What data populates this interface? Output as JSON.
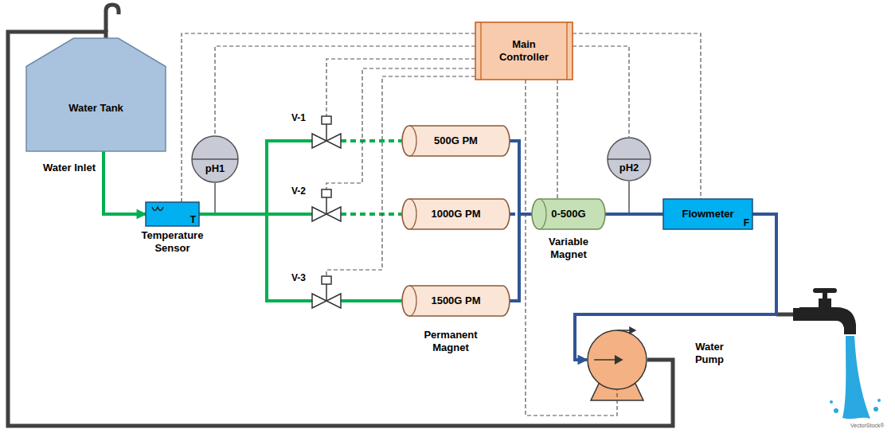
{
  "diagram": {
    "nodes": [
      {
        "text": [
          "Water Tank"
        ]
      },
      {
        "text": [
          "T",
          "Temperature Sensor"
        ]
      },
      {
        "text": [
          "pH1"
        ]
      },
      {
        "text": [
          "V-1"
        ]
      },
      {
        "text": [
          "V-2"
        ]
      },
      {
        "text": [
          "V-3"
        ]
      },
      {
        "text": [
          "500G PM"
        ]
      },
      {
        "text": [
          "1000G PM"
        ]
      },
      {
        "text": [
          "1500G PM"
        ]
      },
      {
        "text": [
          "0-500G",
          "Variable Magnet"
        ]
      },
      {
        "text": [
          "pH2"
        ]
      },
      {
        "text": [
          "Flowmeter",
          "F"
        ]
      },
      {
        "text": [
          "Main Controller"
        ]
      },
      {
        "text": [
          "Water Pump"
        ]
      }
    ],
    "edges": [
      {
        "from": 0,
        "to": 1,
        "arrow": "to"
      },
      {
        "from": 1,
        "to": 3,
        "arrow": "none"
      },
      {
        "from": 1,
        "to": 4,
        "arrow": "none"
      },
      {
        "from": 1,
        "to": 5,
        "arrow": "none"
      },
      {
        "from": 3,
        "to": 6,
        "arrow": "none"
      },
      {
        "from": 4,
        "to": 7,
        "arrow": "none"
      },
      {
        "from": 5,
        "to": 8,
        "arrow": "none"
      },
      {
        "from": 6,
        "to": 9,
        "arrow": "none"
      },
      {
        "from": 7,
        "to": 9,
        "arrow": "none"
      },
      {
        "from": 8,
        "to": 9,
        "arrow": "none"
      },
      {
        "from": 9,
        "to": 11,
        "arrow": "none"
      },
      {
        "from": 11,
        "to": 13,
        "arrow": "to"
      },
      {
        "from": 13,
        "to": 0,
        "arrow": "none"
      },
      {
        "from": 12,
        "to": 1,
        "arrow": "none"
      },
      {
        "from": 12,
        "to": 2,
        "arrow": "none"
      },
      {
        "from": 12,
        "to": 3,
        "arrow": "none"
      },
      {
        "from": 12,
        "to": 4,
        "arrow": "none"
      },
      {
        "from": 12,
        "to": 5,
        "arrow": "none"
      },
      {
        "from": 12,
        "to": 9,
        "arrow": "none"
      },
      {
        "from": 12,
        "to": 10,
        "arrow": "none"
      },
      {
        "from": 12,
        "to": 11,
        "arrow": "none"
      },
      {
        "from": 12,
        "to": 13,
        "arrow": "none"
      }
    ],
    "labels": [
      "Water Inlet",
      "Permanent Magnet",
      "VectorStock®"
    ]
  }
}
